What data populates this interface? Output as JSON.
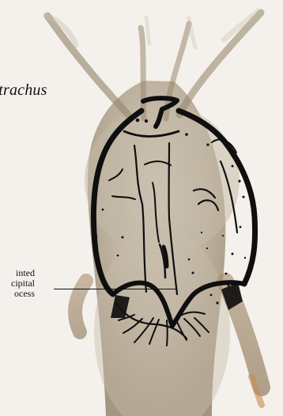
{
  "figure": {
    "genus_label": "atrachus",
    "callout_lines": [
      "inted",
      "cipital",
      "ocess"
    ]
  }
}
